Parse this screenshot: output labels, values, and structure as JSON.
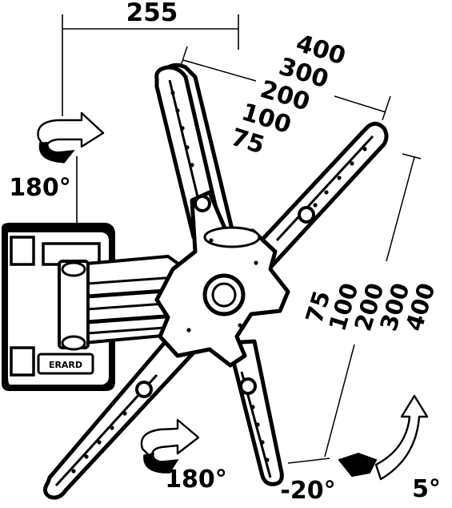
{
  "dimensions": {
    "arm_depth": "255",
    "horizontal_vesa": [
      "400",
      "300",
      "200",
      "100",
      "75"
    ],
    "vertical_vesa": [
      "75",
      "100",
      "200",
      "300",
      "400"
    ]
  },
  "rotations": {
    "upper_swivel": "180°",
    "lower_swivel": "180°",
    "tilt_down": "-20°",
    "tilt_up": "5°"
  },
  "brand": {
    "logo_text": "ERARD"
  }
}
